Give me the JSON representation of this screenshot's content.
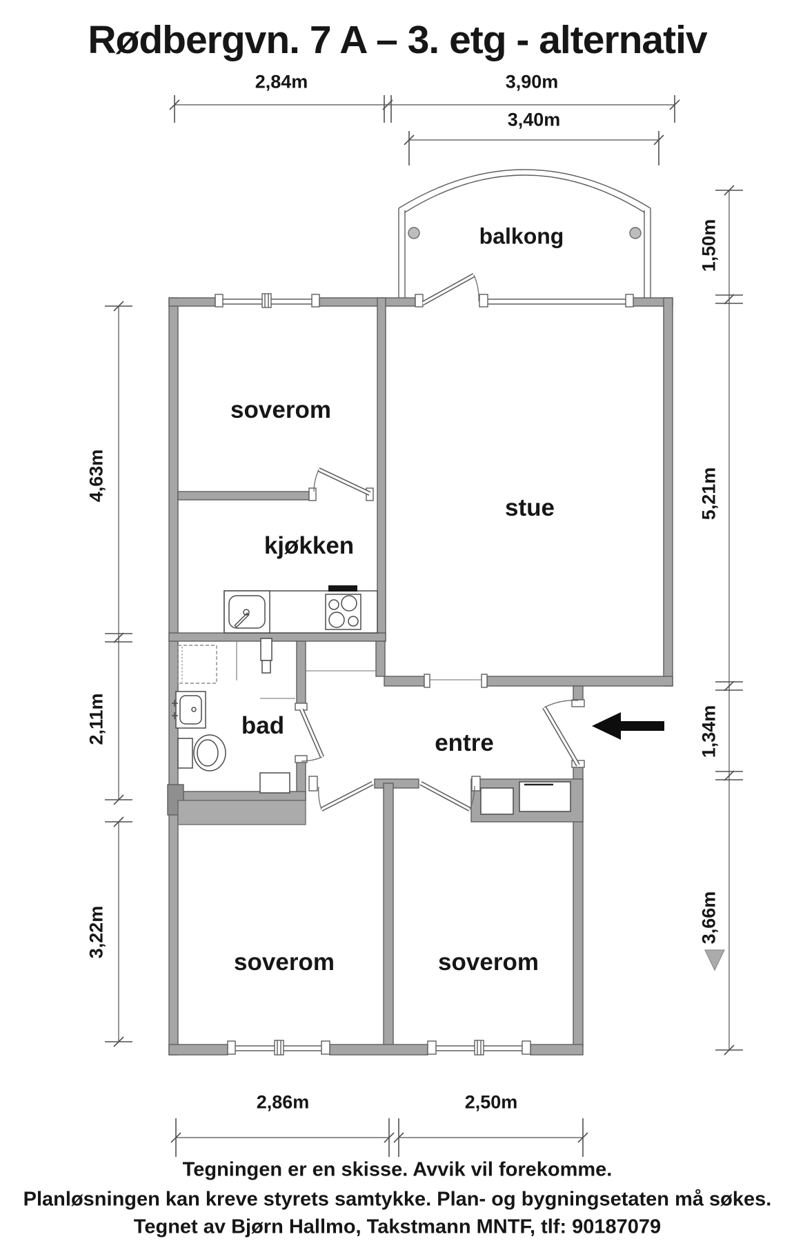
{
  "page": {
    "title": "Rødbergvn. 7 A – 3. etg - alternativ"
  },
  "rooms": {
    "balcony": "balkong",
    "bedroom_nw": "soverom",
    "living_room": "stue",
    "kitchen": "kjøkken",
    "bathroom": "bad",
    "hall": "entre",
    "bedroom_sw": "soverom",
    "bedroom_se": "soverom"
  },
  "dimensions": {
    "bedroom_nw_width": "2,84m",
    "living_room_width": "3,90m",
    "balcony_width": "3,40m",
    "balcony_depth": "1,50m",
    "living_room_height": "5,21m",
    "hall_height": "1,34m",
    "bedrooms_lower_height": "3,66m",
    "upper_left_height": "4,63m",
    "bathroom_height": "2,11m",
    "bedroom_sw_height": "3,22m",
    "bedroom_sw_width": "2,86m",
    "bedroom_se_width": "2,50m"
  },
  "footer": {
    "line1": "Tegningen er en skisse. Avvik vil forekomme.",
    "line2": "Planløsningen kan kreve styrets samtykke. Plan- og bygningsetaten må søkes.",
    "line3": "Tegnet av Bjørn Hallmo, Takstmann MNTF, tlf: 90187079"
  },
  "icons": {
    "entrance_arrow": "black-left-arrow",
    "direction_marker": "gray-down-triangle"
  },
  "colors": {
    "wall_fill": "#a5a5a5",
    "wall_stroke": "#5e5e5e",
    "text": "#161616",
    "fixture_stroke": "#4a4a4a",
    "arrow": "#0d0d0d",
    "marker_gray": "#ababab"
  }
}
